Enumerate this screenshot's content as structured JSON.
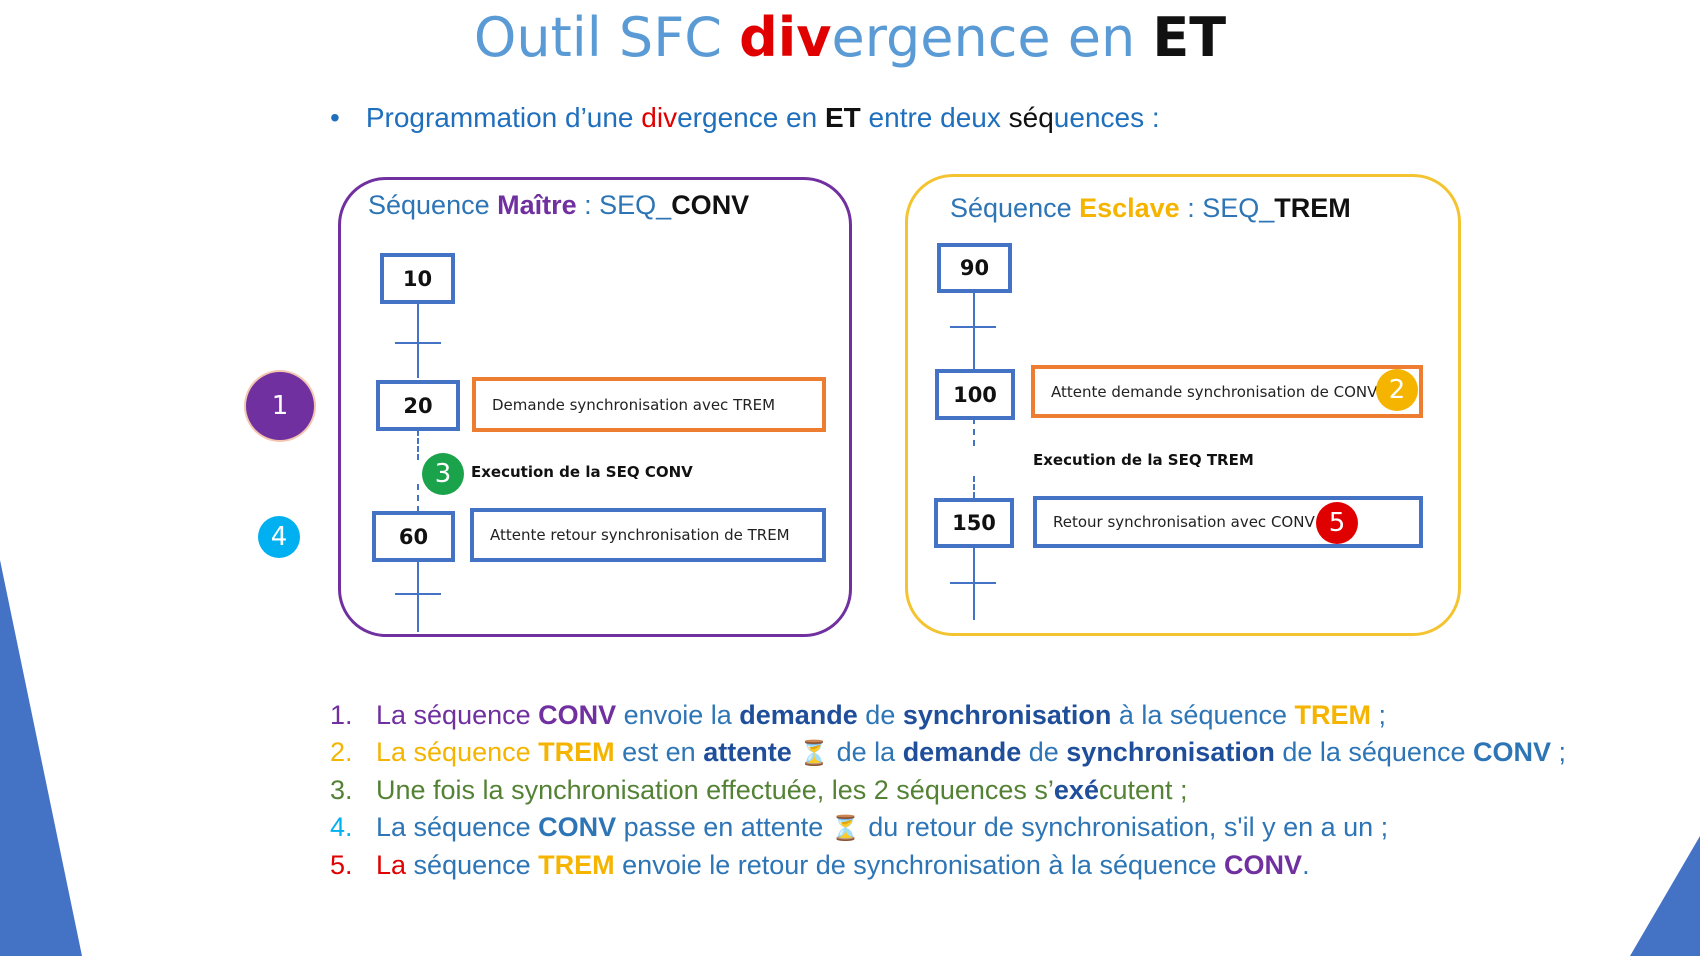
{
  "title": {
    "part1": "Outil SFC ",
    "part2": "div",
    "part3": "ergence en ",
    "part4": "ET"
  },
  "subtitle": {
    "bullet": "•",
    "t1": "Programmation d’une ",
    "t2": "div",
    "t3": "ergence en ",
    "t4": "ET",
    "t5": " entre deux ",
    "t6": "sé",
    "t7": "q",
    "t8": "uences :"
  },
  "master": {
    "label_a": "Séquence ",
    "label_b": "Maître",
    "label_c": " : SEQ_",
    "label_d": "CONV",
    "steps": [
      "10",
      "20",
      "60"
    ],
    "action_1": "Demande synchronisation avec TREM",
    "action_2": "Attente retour synchronisation de TREM",
    "exec": "Execution de la SEQ CONV"
  },
  "slave": {
    "label_a": "Séquence ",
    "label_b": "Esclave",
    "label_c": " : SEQ_",
    "label_d": "TREM",
    "steps": [
      "90",
      "100",
      "150"
    ],
    "action_1": "Attente demande synchronisation de CONV",
    "action_2": "Retour synchronisation avec CONV",
    "exec": "Execution de la SEQ TREM"
  },
  "badges": [
    "1",
    "2",
    "3",
    "4",
    "5"
  ],
  "list": {
    "n1": "1.",
    "n2": "2.",
    "n3": "3.",
    "n4": "4.",
    "n5": "5.",
    "l1": {
      "a": "La séquence ",
      "b": "CONV",
      "c": " envoie la ",
      "d": "demande",
      "e": " de ",
      "f": "synchronisation",
      "g": " à la séquence ",
      "h": "TREM",
      "i": " ;"
    },
    "l2": {
      "a": "La séquence ",
      "b": "TREM",
      "c": " est en ",
      "d": "attente",
      "e": " de la ",
      "f": "demande",
      "g": " de ",
      "h": "synchronisation",
      "i": " de la séquence ",
      "j": "CONV",
      "k": " ;"
    },
    "l3": {
      "a": "Une fois la synchronisation effectuée, les 2 séquences s’",
      "b": "exé",
      "c": "cutent ;"
    },
    "l4": {
      "a": "La séquence ",
      "b": "CONV",
      "c": " passe en attente ",
      "d": " du retour de synchronisation, s'il y en a un ;"
    },
    "l5": {
      "a": "La",
      "b": " séquence ",
      "c": "TREM",
      "d": " envoie le retour de synchronisation à la séquence ",
      "e": "CONV",
      "f": "."
    }
  },
  "icons": {
    "hourglass": "⏳"
  },
  "colors": {
    "purple": "#7030a0",
    "yellow": "#f4b400",
    "green": "#1aa34a",
    "cyan": "#00b0f0",
    "red": "#e00000",
    "blue": "#4472c4",
    "orange": "#ed7d31"
  }
}
